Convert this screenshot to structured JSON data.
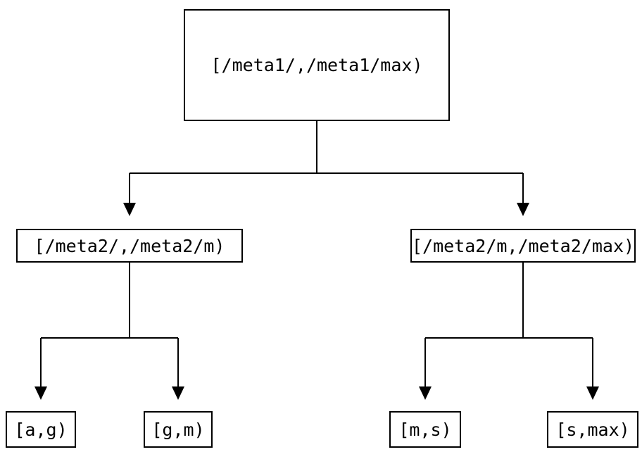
{
  "diagram": {
    "background_color": "#ffffff",
    "line_color": "#000000",
    "text_color": "#000000",
    "nodes": {
      "root": {
        "label": "[/meta1/,/meta1/max)"
      },
      "left_child": {
        "label": "[/meta2/,/meta2/m)"
      },
      "right_child": {
        "label": "[/meta2/m,/meta2/max)"
      },
      "leaf_a_g": {
        "label": "[a,g)"
      },
      "leaf_g_m": {
        "label": "[g,m)"
      },
      "leaf_m_s": {
        "label": "[m,s)"
      },
      "leaf_s_max": {
        "label": "[s,max)"
      }
    },
    "edges": [
      {
        "from": "root",
        "to": "left_child"
      },
      {
        "from": "root",
        "to": "right_child"
      },
      {
        "from": "left_child",
        "to": "leaf_a_g"
      },
      {
        "from": "left_child",
        "to": "leaf_g_m"
      },
      {
        "from": "right_child",
        "to": "leaf_m_s"
      },
      {
        "from": "right_child",
        "to": "leaf_s_max"
      }
    ]
  }
}
